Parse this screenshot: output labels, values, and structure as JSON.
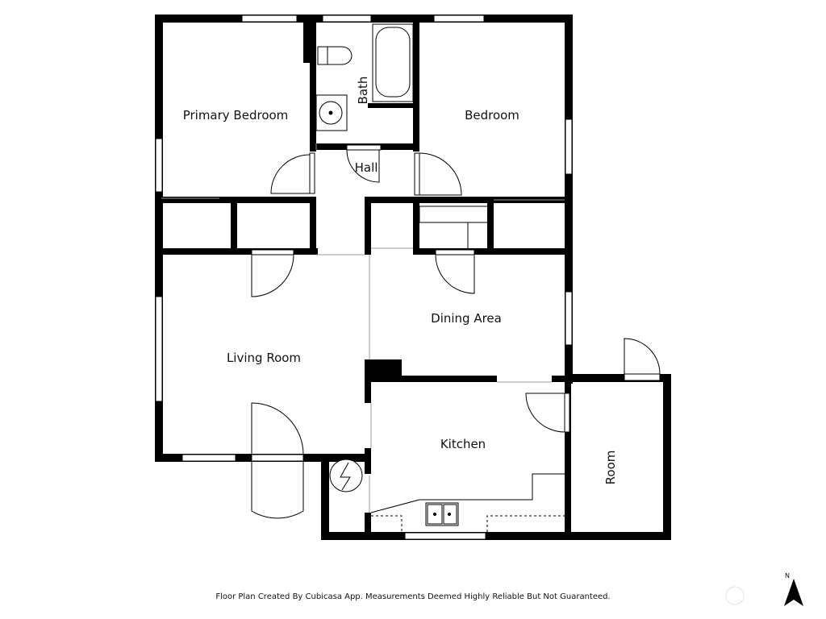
{
  "rooms": {
    "primary_bedroom": "Primary Bedroom",
    "bath": "Bath",
    "bedroom": "Bedroom",
    "hall": "Hall",
    "dining_area": "Dining Area",
    "living_room": "Living Room",
    "kitchen": "Kitchen",
    "room": "Room"
  },
  "footer": {
    "disclaimer": "Floor Plan Created By Cubicasa App. Measurements Deemed Highly Reliable But Not Guaranteed."
  },
  "compass": {
    "north_label": "N"
  }
}
